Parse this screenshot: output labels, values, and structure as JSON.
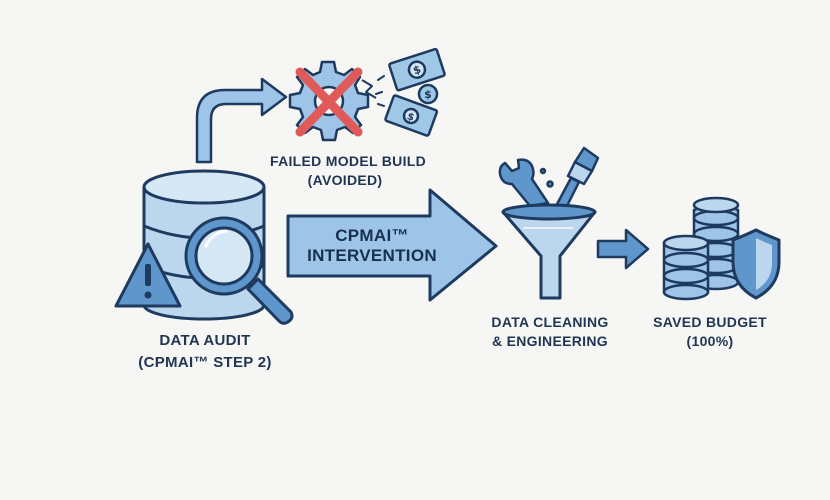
{
  "colors": {
    "outline": "#1e3a5f",
    "fill_light": "#bcd6ee",
    "fill_mid": "#9ec5e8",
    "fill_dark": "#5f97cd",
    "cross": "#e05a5a",
    "money": "#9fc7e6",
    "background": "#f6f6f4"
  },
  "icons": {
    "data_audit": [
      "database-icon",
      "magnifier-icon",
      "warning-icon"
    ],
    "failed_build": [
      "gear-icon",
      "cross-icon",
      "money-icon"
    ],
    "cleaning": [
      "wrench-icon",
      "brush-icon",
      "funnel-icon"
    ],
    "budget": [
      "coins-icon",
      "shield-icon"
    ]
  },
  "nodes": {
    "data_audit": {
      "line1": "DATA AUDIT",
      "line2": "(CPMAI™ STEP 2)"
    },
    "failed_build": {
      "line1": "FAILED MODEL BUILD",
      "line2": "(AVOIDED)"
    },
    "intervention": {
      "line1": "CPMAI™",
      "line2": "INTERVENTION"
    },
    "cleaning": {
      "line1": "DATA CLEANING",
      "line2": "& ENGINEERING"
    },
    "budget": {
      "line1": "SAVED BUDGET",
      "line2": "(100%)"
    }
  }
}
